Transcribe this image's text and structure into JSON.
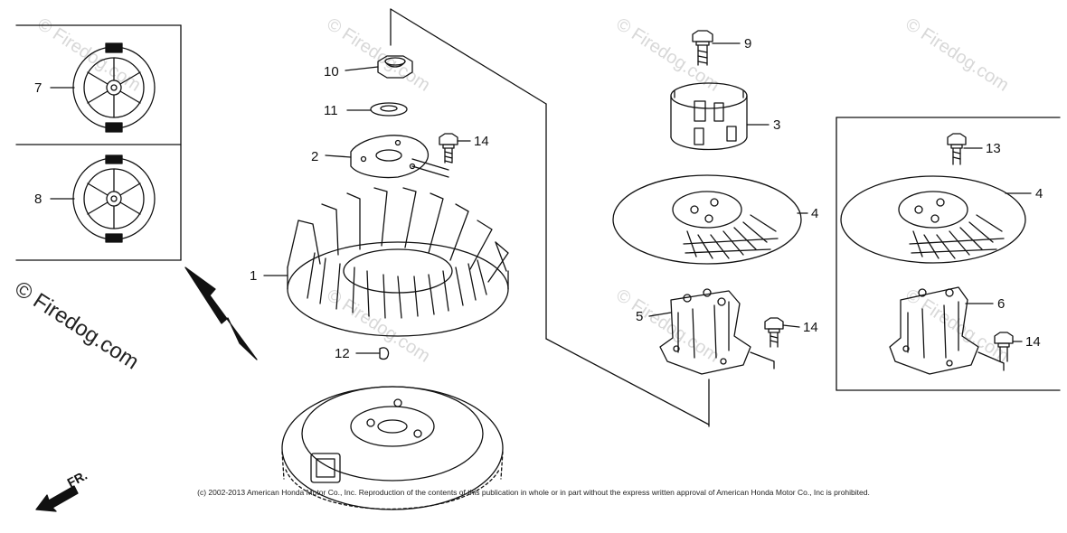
{
  "watermark": {
    "text": "© Firedog.com",
    "brand_text": "© Firedog.com"
  },
  "copyright": "(c) 2002-2013 American Honda Motor Co., Inc. Reproduction of the contents of this publication in whole or in part without the express written approval of American Honda Motor Co., Inc is prohibited.",
  "direction_marker": {
    "label": "FR.",
    "icon": "front-direction-arrow-icon"
  },
  "callouts": [
    "7",
    "8",
    "10",
    "11",
    "14",
    "2",
    "1",
    "12",
    "9",
    "3",
    "4",
    "5",
    "14",
    "13",
    "4",
    "6",
    "14"
  ],
  "parts": [
    "recoil-starter-pulley-7",
    "recoil-starter-pulley-8",
    "flange-nut-10",
    "washer-11",
    "flange-bolt-14",
    "cooling-plate-2",
    "cooling-fan-1",
    "woodruff-key-12",
    "flywheel",
    "flange-bolt-9",
    "starter-pulley-3",
    "starter-pulley-plate-4",
    "starter-pulley-base-5",
    "flange-bolt-13",
    "starter-pulley-plate-4b",
    "starter-pulley-base-6"
  ]
}
